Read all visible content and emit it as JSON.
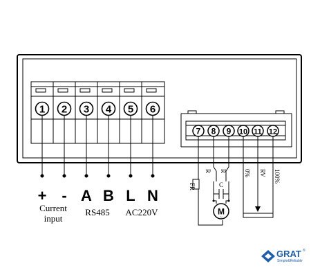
{
  "left_terminals": [
    {
      "number": "1",
      "symbol": "+"
    },
    {
      "number": "2",
      "symbol": "-"
    },
    {
      "number": "3",
      "symbol": "A"
    },
    {
      "number": "4",
      "symbol": "B"
    },
    {
      "number": "5",
      "symbol": "L"
    },
    {
      "number": "6",
      "symbol": "N"
    }
  ],
  "left_captions": {
    "current": "Current",
    "input": "input",
    "rs485": "RS485",
    "ac220v": "AC220V"
  },
  "right_terminals": [
    "7",
    "8",
    "9",
    "10",
    "11",
    "12"
  ],
  "right_labels": {
    "fr": "FR",
    "r1": "R",
    "r2": "R",
    "c": "C",
    "zero": "0%",
    "rv": "RV",
    "hundred": "100%",
    "motor": "M"
  },
  "logo": {
    "name": "GRAT",
    "trademark": "®",
    "tagline": "Simple&Reliable",
    "color": "#1f5ea8"
  }
}
